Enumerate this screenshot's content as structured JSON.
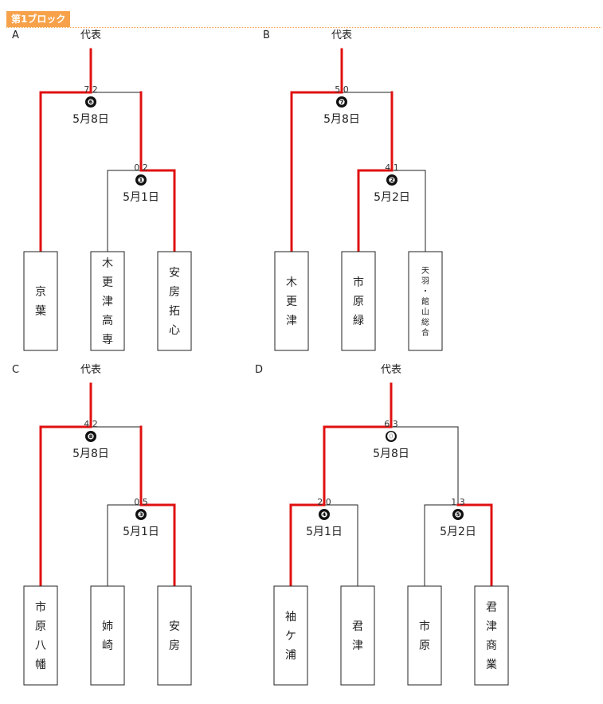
{
  "title": "第1ブロック",
  "rep_label": "代表",
  "colors": {
    "winner": "#e01010",
    "loser": "#222222",
    "badge": "#f7a24a"
  },
  "blocks": [
    {
      "label": "A",
      "final": {
        "number": "❻",
        "date": "5月8日",
        "score": "7 2",
        "winner": "left"
      },
      "semi": {
        "number": "❶",
        "date": "5月1日",
        "score": "0 2",
        "winner": "right"
      },
      "teams": [
        [
          "京",
          "葉"
        ],
        [
          "木",
          "更",
          "津",
          "高",
          "専"
        ],
        [
          "安",
          "房",
          "拓",
          "心"
        ]
      ]
    },
    {
      "label": "B",
      "final": {
        "number": "❼",
        "date": "5月8日",
        "score": "5 0",
        "winner": "left"
      },
      "semi": {
        "number": "❷",
        "date": "5月2日",
        "score": "4 1",
        "winner": "left"
      },
      "teams": [
        [
          "木",
          "更",
          "津"
        ],
        [
          "市",
          "原",
          "緑"
        ],
        [
          "天",
          "羽",
          "・",
          "館",
          "山",
          "総",
          "合"
        ]
      ]
    },
    {
      "label": "C",
      "final": {
        "number": "❽",
        "date": "5月8日",
        "score": "4 2",
        "winner": "left"
      },
      "semi": {
        "number": "❸",
        "date": "5月1日",
        "score": "0 5",
        "winner": "right"
      },
      "teams": [
        [
          "市",
          "原",
          "八",
          "幡"
        ],
        [
          "姉",
          "崎"
        ],
        [
          "安",
          "房"
        ]
      ]
    },
    {
      "label": "D",
      "final": {
        "number": "⓿",
        "date": "5月8日",
        "score": "6 3",
        "winner": "left"
      },
      "semiL": {
        "number": "❹",
        "date": "5月1日",
        "score": "2 0",
        "winner": "left"
      },
      "semiR": {
        "number": "❺",
        "date": "5月2日",
        "score": "1 3",
        "winner": "right"
      },
      "teams": [
        [
          "袖",
          "ケ",
          "浦"
        ],
        [
          "君",
          "津"
        ],
        [
          "市",
          "原"
        ],
        [
          "君",
          "津",
          "商",
          "業"
        ]
      ]
    }
  ]
}
